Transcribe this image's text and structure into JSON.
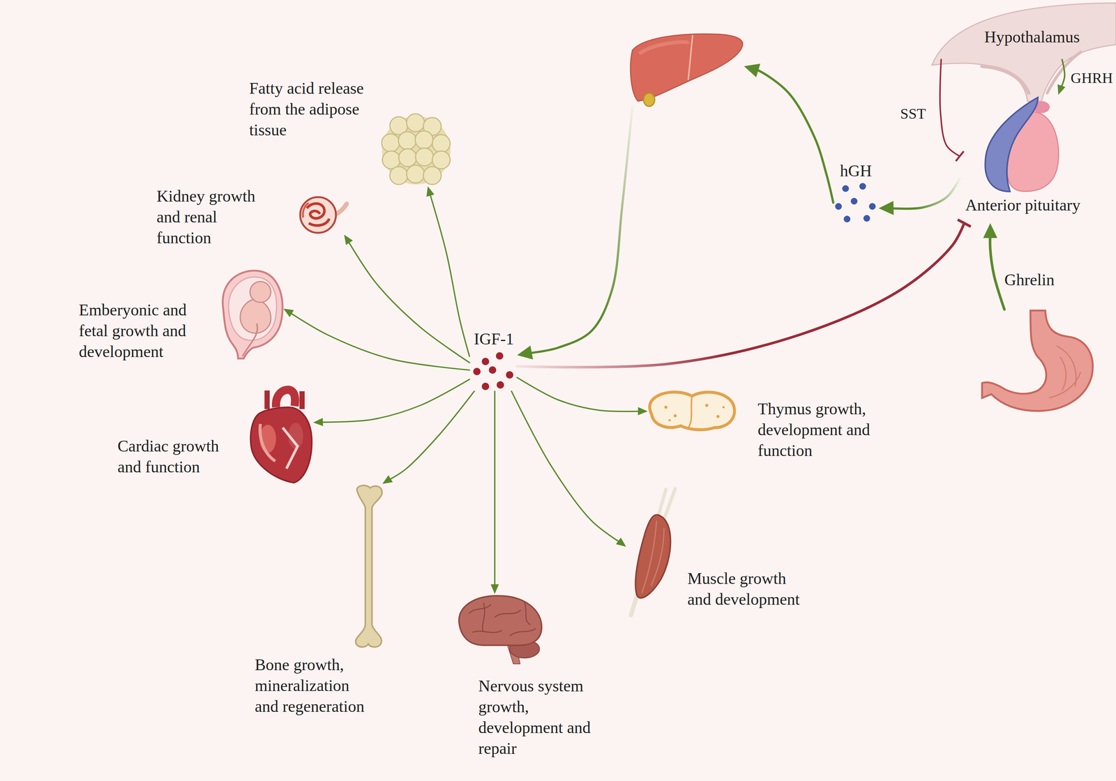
{
  "diagram": {
    "nodes": [
      {
        "text": [
          "Hypothalamus"
        ]
      },
      {
        "text": [
          "Anterior pituitary"
        ]
      },
      {
        "text": [
          "hGH"
        ]
      },
      {
        "text": []
      },
      {
        "text": [
          "IGF-1"
        ]
      },
      {
        "text": [
          "Fatty acid release from the adipose tissue"
        ]
      },
      {
        "text": [
          "Kidney growth and renal function"
        ]
      },
      {
        "text": [
          "Emberyonic and fetal growth and development"
        ]
      },
      {
        "text": [
          "Cardiac growth and function"
        ]
      },
      {
        "text": [
          "Bone growth, mineralization and regeneration"
        ]
      },
      {
        "text": [
          "Nervous system growth, development and repair"
        ]
      },
      {
        "text": [
          "Muscle growth and development"
        ]
      },
      {
        "text": [
          "Thymus growth, development and function"
        ]
      },
      {
        "text": []
      }
    ],
    "edges": [
      {
        "from": 0,
        "to": 1,
        "label": "SST",
        "arrow": "to"
      },
      {
        "from": 0,
        "to": 1,
        "label": "GHRH",
        "arrow": "to"
      },
      {
        "from": 13,
        "to": 1,
        "label": "Ghrelin",
        "arrow": "to"
      },
      {
        "from": 1,
        "to": 2,
        "arrow": "to"
      },
      {
        "from": 2,
        "to": 3,
        "arrow": "to"
      },
      {
        "from": 3,
        "to": 4,
        "arrow": "to"
      },
      {
        "from": 4,
        "to": 1,
        "arrow": "to"
      },
      {
        "from": 4,
        "to": 5,
        "arrow": "to"
      },
      {
        "from": 4,
        "to": 6,
        "arrow": "to"
      },
      {
        "from": 4,
        "to": 7,
        "arrow": "to"
      },
      {
        "from": 4,
        "to": 8,
        "arrow": "to"
      },
      {
        "from": 4,
        "to": 9,
        "arrow": "to"
      },
      {
        "from": 4,
        "to": 10,
        "arrow": "to"
      },
      {
        "from": 4,
        "to": 11,
        "arrow": "to"
      },
      {
        "from": 4,
        "to": 12,
        "arrow": "to"
      }
    ]
  }
}
